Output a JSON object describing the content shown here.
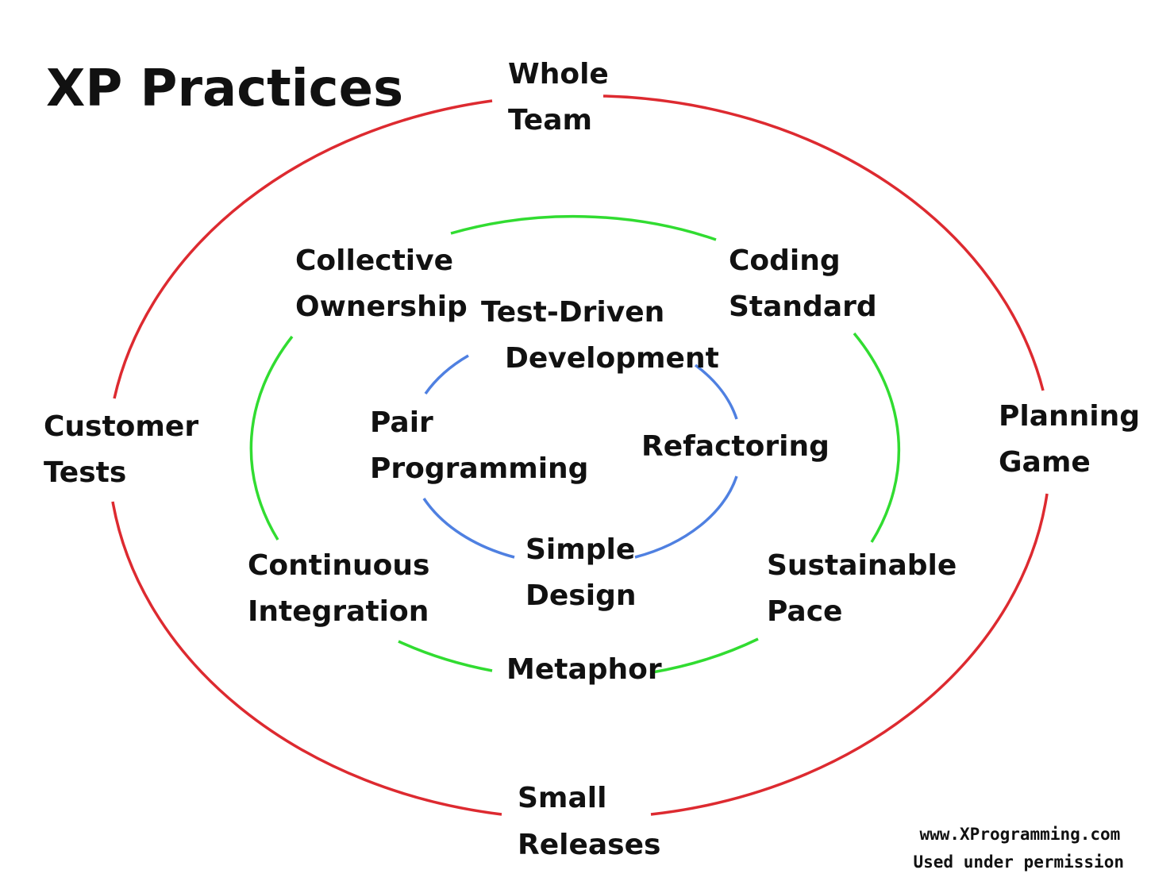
{
  "title": "XP Practices",
  "colors": {
    "outer_ring": "#dd2a30",
    "middle_ring": "#31dc31",
    "inner_ring": "#4f80e1",
    "text": "#111111",
    "background": "#ffffff"
  },
  "rings": {
    "outer": {
      "color_key": "outer_ring",
      "practices": [
        {
          "id": "whole-team",
          "lines": [
            "Whole",
            "Team"
          ]
        },
        {
          "id": "planning-game",
          "lines": [
            "Planning",
            "Game"
          ]
        },
        {
          "id": "small-releases",
          "lines": [
            "Small",
            "Releases"
          ]
        },
        {
          "id": "customer-tests",
          "lines": [
            "Customer",
            "Tests"
          ]
        }
      ]
    },
    "middle": {
      "color_key": "middle_ring",
      "practices": [
        {
          "id": "collective-ownership",
          "lines": [
            "Collective",
            "Ownership"
          ]
        },
        {
          "id": "coding-standard",
          "lines": [
            "Coding",
            "Standard"
          ]
        },
        {
          "id": "sustainable-pace",
          "lines": [
            "Sustainable",
            "Pace"
          ]
        },
        {
          "id": "metaphor",
          "lines": [
            "Metaphor"
          ]
        },
        {
          "id": "continuous-integration",
          "lines": [
            "Continuous",
            "Integration"
          ]
        }
      ]
    },
    "inner": {
      "color_key": "inner_ring",
      "practices": [
        {
          "id": "test-driven-development",
          "lines": [
            "Test-Driven",
            "Development"
          ]
        },
        {
          "id": "refactoring",
          "lines": [
            "Refactoring"
          ]
        },
        {
          "id": "simple-design",
          "lines": [
            "Simple",
            "Design"
          ]
        },
        {
          "id": "pair-programming",
          "lines": [
            "Pair",
            "Programming"
          ]
        }
      ]
    }
  },
  "credit": {
    "line1": "www.XProgramming.com",
    "line2": "Used under permission"
  }
}
